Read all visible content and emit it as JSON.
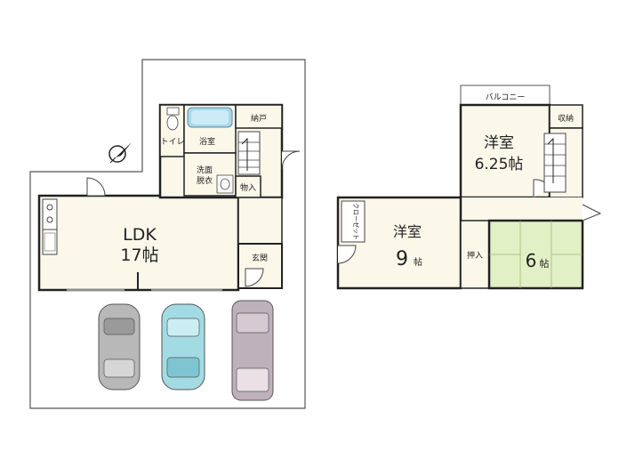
{
  "floor1": {
    "ldk_name": "LDK",
    "ldk_size": "17帖",
    "toilet": "トイレ",
    "bath": "浴室",
    "closet_nando": "納戸",
    "washroom_line1": "洗面",
    "washroom_line2": "脱衣",
    "storage": "物入",
    "entrance": "玄関"
  },
  "floor2": {
    "balcony": "バルコニー",
    "storage": "収納",
    "room1_name": "洋室",
    "room1_size": "6.25帖",
    "room2_name": "洋室",
    "room2_size_num": "9",
    "room2_size_unit": "帖",
    "closet": "クローゼット",
    "oshiire": "押入",
    "tatami_num": "6",
    "tatami_unit": "帖"
  },
  "colors": {
    "room_fill": "#fbf8ea",
    "wall": "#222222",
    "lot_line": "#555555",
    "tatami_fill": "#e2f0c6",
    "bath_fill": "#a9d8ec",
    "car_grey": "#b8b8b8",
    "car_teal": "#a3dbe4",
    "car_mauve": "#bfb1bb"
  },
  "icons": [
    "compass-icon",
    "kitchen-icon",
    "toilet-icon",
    "bathtub-icon",
    "sink-icon",
    "stair-icon",
    "car-icon"
  ]
}
